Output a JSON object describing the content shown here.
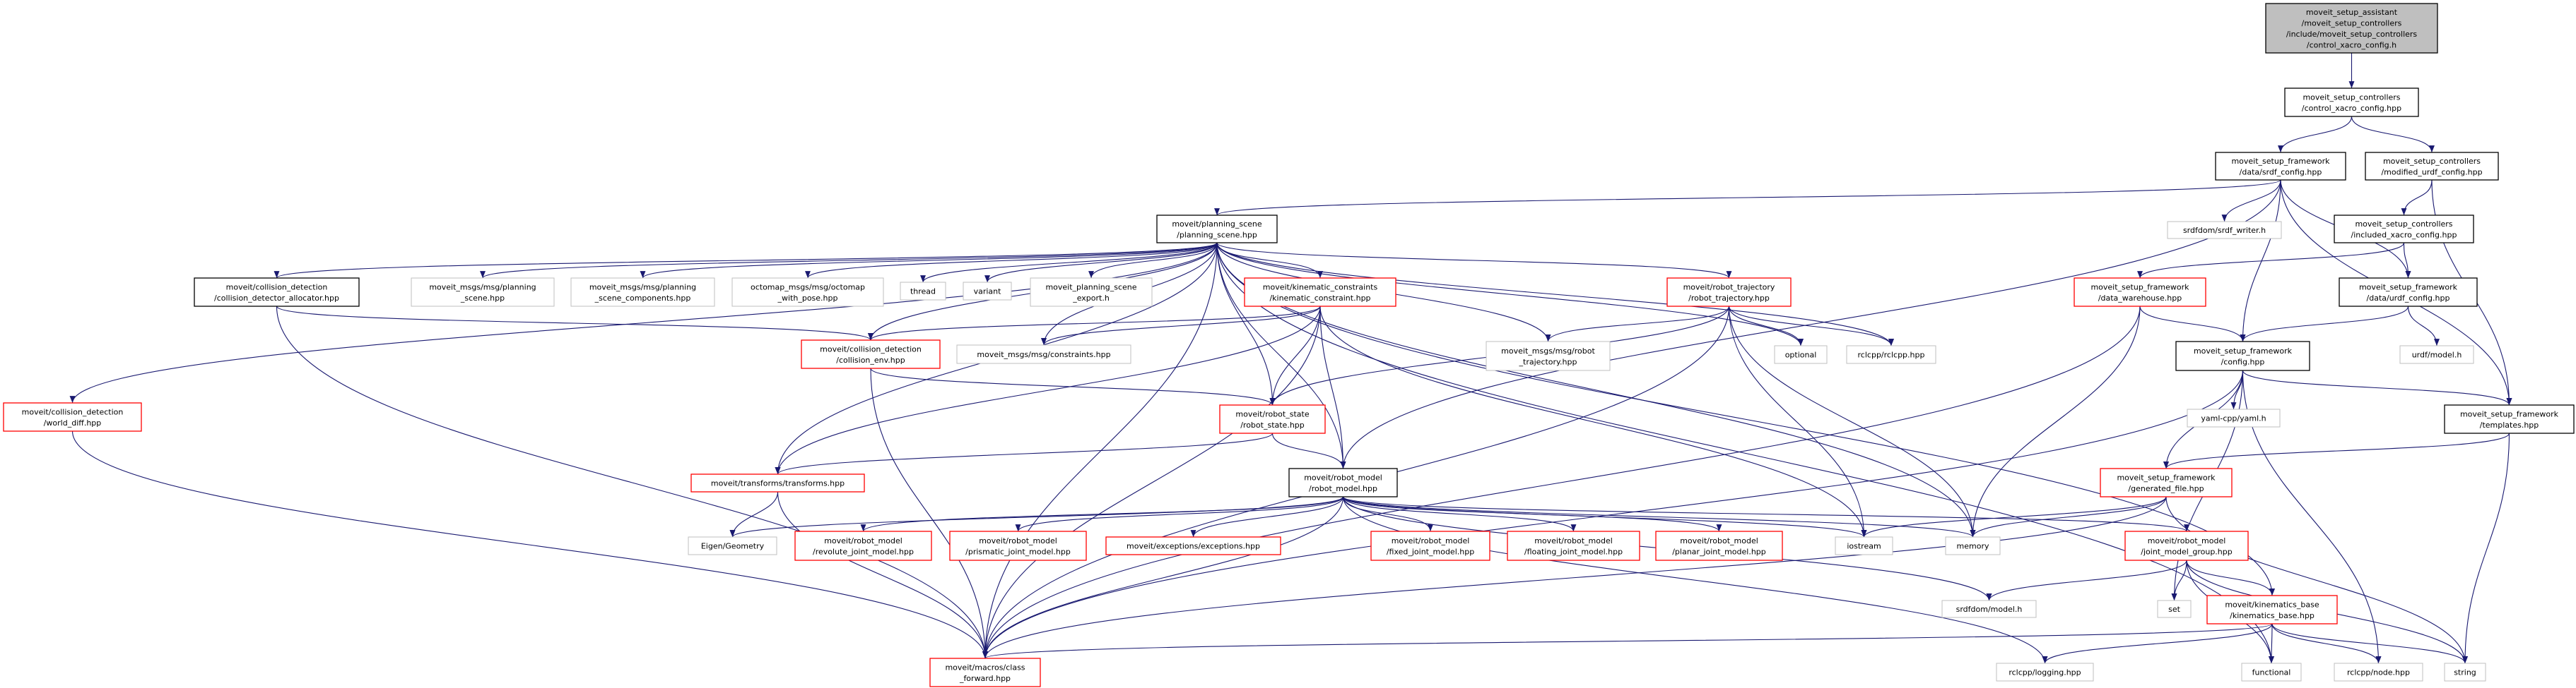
{
  "colors": {
    "edge": "#191970",
    "current_fill": "#bfbfbf",
    "current_border": "#000000",
    "documented_border": "#000000",
    "undocumented_border": "#bfbfbf",
    "truncated_border": "#ff0000",
    "node_fill": "#ffffff"
  },
  "nodes": [
    {
      "id": "root",
      "style": "current",
      "lines": [
        "moveit_setup_assistant",
        "/moveit_setup_controllers",
        "/include/moveit_setup_controllers",
        "/control_xacro_config.h"
      ]
    },
    {
      "id": "control_xacro",
      "style": "documented",
      "lines": [
        "moveit_setup_controllers",
        "/control_xacro_config.hpp"
      ]
    },
    {
      "id": "srdf_config",
      "style": "documented",
      "lines": [
        "moveit_setup_framework",
        "/data/srdf_config.hpp"
      ]
    },
    {
      "id": "modified_urdf",
      "style": "documented",
      "lines": [
        "moveit_setup_controllers",
        "/modified_urdf_config.hpp"
      ]
    },
    {
      "id": "planning_scene",
      "style": "documented",
      "lines": [
        "moveit/planning_scene",
        "/planning_scene.hpp"
      ]
    },
    {
      "id": "srdf_writer",
      "style": "undocumented",
      "lines": [
        "srdfdom/srdf_writer.h"
      ]
    },
    {
      "id": "included_xacro",
      "style": "documented",
      "lines": [
        "moveit_setup_controllers",
        "/included_xacro_config.hpp"
      ]
    },
    {
      "id": "allocator",
      "style": "documented",
      "lines": [
        "moveit/collision_detection",
        "/collision_detector_allocator.hpp"
      ]
    },
    {
      "id": "msg_planning_scene",
      "style": "undocumented",
      "lines": [
        "moveit_msgs/msg/planning",
        "_scene.hpp"
      ]
    },
    {
      "id": "msg_components",
      "style": "undocumented",
      "lines": [
        "moveit_msgs/msg/planning",
        "_scene_components.hpp"
      ]
    },
    {
      "id": "octomap",
      "style": "undocumented",
      "lines": [
        "octomap_msgs/msg/octomap",
        "_with_pose.hpp"
      ]
    },
    {
      "id": "thread",
      "style": "undocumented",
      "lines": [
        "thread"
      ]
    },
    {
      "id": "variant",
      "style": "undocumented",
      "lines": [
        "variant"
      ]
    },
    {
      "id": "export",
      "style": "undocumented",
      "lines": [
        "moveit_planning_scene",
        "_export.h"
      ]
    },
    {
      "id": "kin_constraint",
      "style": "truncated",
      "lines": [
        "moveit/kinematic_constraints",
        "/kinematic_constraint.hpp"
      ]
    },
    {
      "id": "robot_trajectory",
      "style": "truncated",
      "lines": [
        "moveit/robot_trajectory",
        "/robot_trajectory.hpp"
      ]
    },
    {
      "id": "data_warehouse",
      "style": "truncated",
      "lines": [
        "moveit_setup_framework",
        "/data_warehouse.hpp"
      ]
    },
    {
      "id": "urdf_config",
      "style": "documented",
      "lines": [
        "moveit_setup_framework",
        "/data/urdf_config.hpp"
      ]
    },
    {
      "id": "collision_env",
      "style": "truncated",
      "lines": [
        "moveit/collision_detection",
        "/collision_env.hpp"
      ]
    },
    {
      "id": "constraints",
      "style": "undocumented",
      "lines": [
        "moveit_msgs/msg/constraints.hpp"
      ]
    },
    {
      "id": "msg_robot_traj",
      "style": "undocumented",
      "lines": [
        "moveit_msgs/msg/robot",
        "_trajectory.hpp"
      ]
    },
    {
      "id": "optional",
      "style": "undocumented",
      "lines": [
        "optional"
      ]
    },
    {
      "id": "rclcpp",
      "style": "undocumented",
      "lines": [
        "rclcpp/rclcpp.hpp"
      ]
    },
    {
      "id": "config",
      "style": "documented",
      "lines": [
        "moveit_setup_framework",
        "/config.hpp"
      ]
    },
    {
      "id": "urdf_model",
      "style": "undocumented",
      "lines": [
        "urdf/model.h"
      ]
    },
    {
      "id": "world_diff",
      "style": "truncated",
      "lines": [
        "moveit/collision_detection",
        "/world_diff.hpp"
      ]
    },
    {
      "id": "robot_state",
      "style": "truncated",
      "lines": [
        "moveit/robot_state",
        "/robot_state.hpp"
      ]
    },
    {
      "id": "yaml",
      "style": "undocumented",
      "lines": [
        "yaml-cpp/yaml.h"
      ]
    },
    {
      "id": "templates",
      "style": "documented",
      "lines": [
        "moveit_setup_framework",
        "/templates.hpp"
      ]
    },
    {
      "id": "transforms",
      "style": "truncated",
      "lines": [
        "moveit/transforms/transforms.hpp"
      ]
    },
    {
      "id": "robot_model",
      "style": "documented",
      "lines": [
        "moveit/robot_model",
        "/robot_model.hpp"
      ]
    },
    {
      "id": "generated_file",
      "style": "truncated",
      "lines": [
        "moveit_setup_framework",
        "/generated_file.hpp"
      ]
    },
    {
      "id": "eigen",
      "style": "undocumented",
      "lines": [
        "Eigen/Geometry"
      ]
    },
    {
      "id": "revolute",
      "style": "truncated",
      "lines": [
        "moveit/robot_model",
        "/revolute_joint_model.hpp"
      ]
    },
    {
      "id": "prismatic",
      "style": "truncated",
      "lines": [
        "moveit/robot_model",
        "/prismatic_joint_model.hpp"
      ]
    },
    {
      "id": "exceptions",
      "style": "truncated",
      "lines": [
        "moveit/exceptions/exceptions.hpp"
      ]
    },
    {
      "id": "fixed",
      "style": "truncated",
      "lines": [
        "moveit/robot_model",
        "/fixed_joint_model.hpp"
      ]
    },
    {
      "id": "floating",
      "style": "truncated",
      "lines": [
        "moveit/robot_model",
        "/floating_joint_model.hpp"
      ]
    },
    {
      "id": "planar",
      "style": "truncated",
      "lines": [
        "moveit/robot_model",
        "/planar_joint_model.hpp"
      ]
    },
    {
      "id": "iostream",
      "style": "undocumented",
      "lines": [
        "iostream"
      ]
    },
    {
      "id": "memory",
      "style": "undocumented",
      "lines": [
        "memory"
      ]
    },
    {
      "id": "jmg",
      "style": "truncated",
      "lines": [
        "moveit/robot_model",
        "/joint_model_group.hpp"
      ]
    },
    {
      "id": "srdf_model",
      "style": "undocumented",
      "lines": [
        "srdfdom/model.h"
      ]
    },
    {
      "id": "set",
      "style": "undocumented",
      "lines": [
        "set"
      ]
    },
    {
      "id": "kin_base",
      "style": "truncated",
      "lines": [
        "moveit/kinematics_base",
        "/kinematics_base.hpp"
      ]
    },
    {
      "id": "class_forward",
      "style": "truncated",
      "lines": [
        "moveit/macros/class",
        "_forward.hpp"
      ]
    },
    {
      "id": "logging",
      "style": "undocumented",
      "lines": [
        "rclcpp/logging.hpp"
      ]
    },
    {
      "id": "functional",
      "style": "undocumented",
      "lines": [
        "functional"
      ]
    },
    {
      "id": "node",
      "style": "undocumented",
      "lines": [
        "rclcpp/node.hpp"
      ]
    },
    {
      "id": "string",
      "style": "undocumented",
      "lines": [
        "string"
      ]
    }
  ],
  "edges": [
    [
      "root",
      "control_xacro"
    ],
    [
      "control_xacro",
      "srdf_config"
    ],
    [
      "control_xacro",
      "modified_urdf"
    ],
    [
      "srdf_config",
      "planning_scene"
    ],
    [
      "srdf_config",
      "srdf_writer"
    ],
    [
      "srdf_config",
      "urdf_config"
    ],
    [
      "srdf_config",
      "config"
    ],
    [
      "srdf_config",
      "templates"
    ],
    [
      "srdf_config",
      "robot_model"
    ],
    [
      "modified_urdf",
      "included_xacro"
    ],
    [
      "modified_urdf",
      "templates"
    ],
    [
      "included_xacro",
      "data_warehouse"
    ],
    [
      "included_xacro",
      "urdf_config"
    ],
    [
      "planning_scene",
      "allocator"
    ],
    [
      "planning_scene",
      "msg_planning_scene"
    ],
    [
      "planning_scene",
      "msg_components"
    ],
    [
      "planning_scene",
      "octomap"
    ],
    [
      "planning_scene",
      "thread"
    ],
    [
      "planning_scene",
      "variant"
    ],
    [
      "planning_scene",
      "export"
    ],
    [
      "planning_scene",
      "kin_constraint"
    ],
    [
      "planning_scene",
      "robot_trajectory"
    ],
    [
      "planning_scene",
      "collision_env"
    ],
    [
      "planning_scene",
      "constraints"
    ],
    [
      "planning_scene",
      "msg_robot_traj"
    ],
    [
      "planning_scene",
      "optional"
    ],
    [
      "planning_scene",
      "rclcpp"
    ],
    [
      "planning_scene",
      "world_diff"
    ],
    [
      "planning_scene",
      "class_forward"
    ],
    [
      "planning_scene",
      "transforms"
    ],
    [
      "planning_scene",
      "robot_state"
    ],
    [
      "planning_scene",
      "robot_model"
    ],
    [
      "planning_scene",
      "memory"
    ],
    [
      "planning_scene",
      "kin_base"
    ],
    [
      "planning_scene",
      "functional"
    ],
    [
      "allocator",
      "collision_env"
    ],
    [
      "allocator",
      "class_forward"
    ],
    [
      "kin_constraint",
      "collision_env"
    ],
    [
      "kin_constraint",
      "constraints"
    ],
    [
      "kin_constraint",
      "robot_state"
    ],
    [
      "kin_constraint",
      "robot_model"
    ],
    [
      "kin_constraint",
      "transforms"
    ],
    [
      "kin_constraint",
      "class_forward"
    ],
    [
      "kin_constraint",
      "iostream"
    ],
    [
      "robot_trajectory",
      "msg_robot_traj"
    ],
    [
      "robot_trajectory",
      "optional"
    ],
    [
      "robot_trajectory",
      "rclcpp"
    ],
    [
      "robot_trajectory",
      "robot_state"
    ],
    [
      "robot_trajectory",
      "class_forward"
    ],
    [
      "robot_trajectory",
      "memory"
    ],
    [
      "robot_trajectory",
      "iostream"
    ],
    [
      "data_warehouse",
      "config"
    ],
    [
      "data_warehouse",
      "memory"
    ],
    [
      "data_warehouse",
      "class_forward"
    ],
    [
      "urdf_config",
      "config"
    ],
    [
      "urdf_config",
      "urdf_model"
    ],
    [
      "collision_env",
      "robot_state"
    ],
    [
      "collision_env",
      "class_forward"
    ],
    [
      "config",
      "templates"
    ],
    [
      "config",
      "yaml"
    ],
    [
      "config",
      "generated_file"
    ],
    [
      "config",
      "set"
    ],
    [
      "config",
      "node"
    ],
    [
      "config",
      "class_forward"
    ],
    [
      "templates",
      "generated_file"
    ],
    [
      "templates",
      "string"
    ],
    [
      "world_diff",
      "class_forward"
    ],
    [
      "robot_state",
      "robot_model"
    ],
    [
      "robot_state",
      "transforms"
    ],
    [
      "transforms",
      "eigen"
    ],
    [
      "transforms",
      "class_forward"
    ],
    [
      "robot_model",
      "eigen"
    ],
    [
      "robot_model",
      "revolute"
    ],
    [
      "robot_model",
      "prismatic"
    ],
    [
      "robot_model",
      "exceptions"
    ],
    [
      "robot_model",
      "fixed"
    ],
    [
      "robot_model",
      "floating"
    ],
    [
      "robot_model",
      "planar"
    ],
    [
      "robot_model",
      "iostream"
    ],
    [
      "robot_model",
      "memory"
    ],
    [
      "robot_model",
      "jmg"
    ],
    [
      "robot_model",
      "srdf_model"
    ],
    [
      "robot_model",
      "class_forward"
    ],
    [
      "robot_model",
      "logging"
    ],
    [
      "generated_file",
      "iostream"
    ],
    [
      "generated_file",
      "memory"
    ],
    [
      "generated_file",
      "class_forward"
    ],
    [
      "generated_file",
      "string"
    ],
    [
      "jmg",
      "srdf_model"
    ],
    [
      "jmg",
      "set"
    ],
    [
      "jmg",
      "kin_base"
    ],
    [
      "jmg",
      "functional"
    ],
    [
      "jmg",
      "string"
    ],
    [
      "kin_base",
      "class_forward"
    ],
    [
      "kin_base",
      "logging"
    ],
    [
      "kin_base",
      "functional"
    ],
    [
      "kin_base",
      "node"
    ],
    [
      "kin_base",
      "string"
    ]
  ]
}
